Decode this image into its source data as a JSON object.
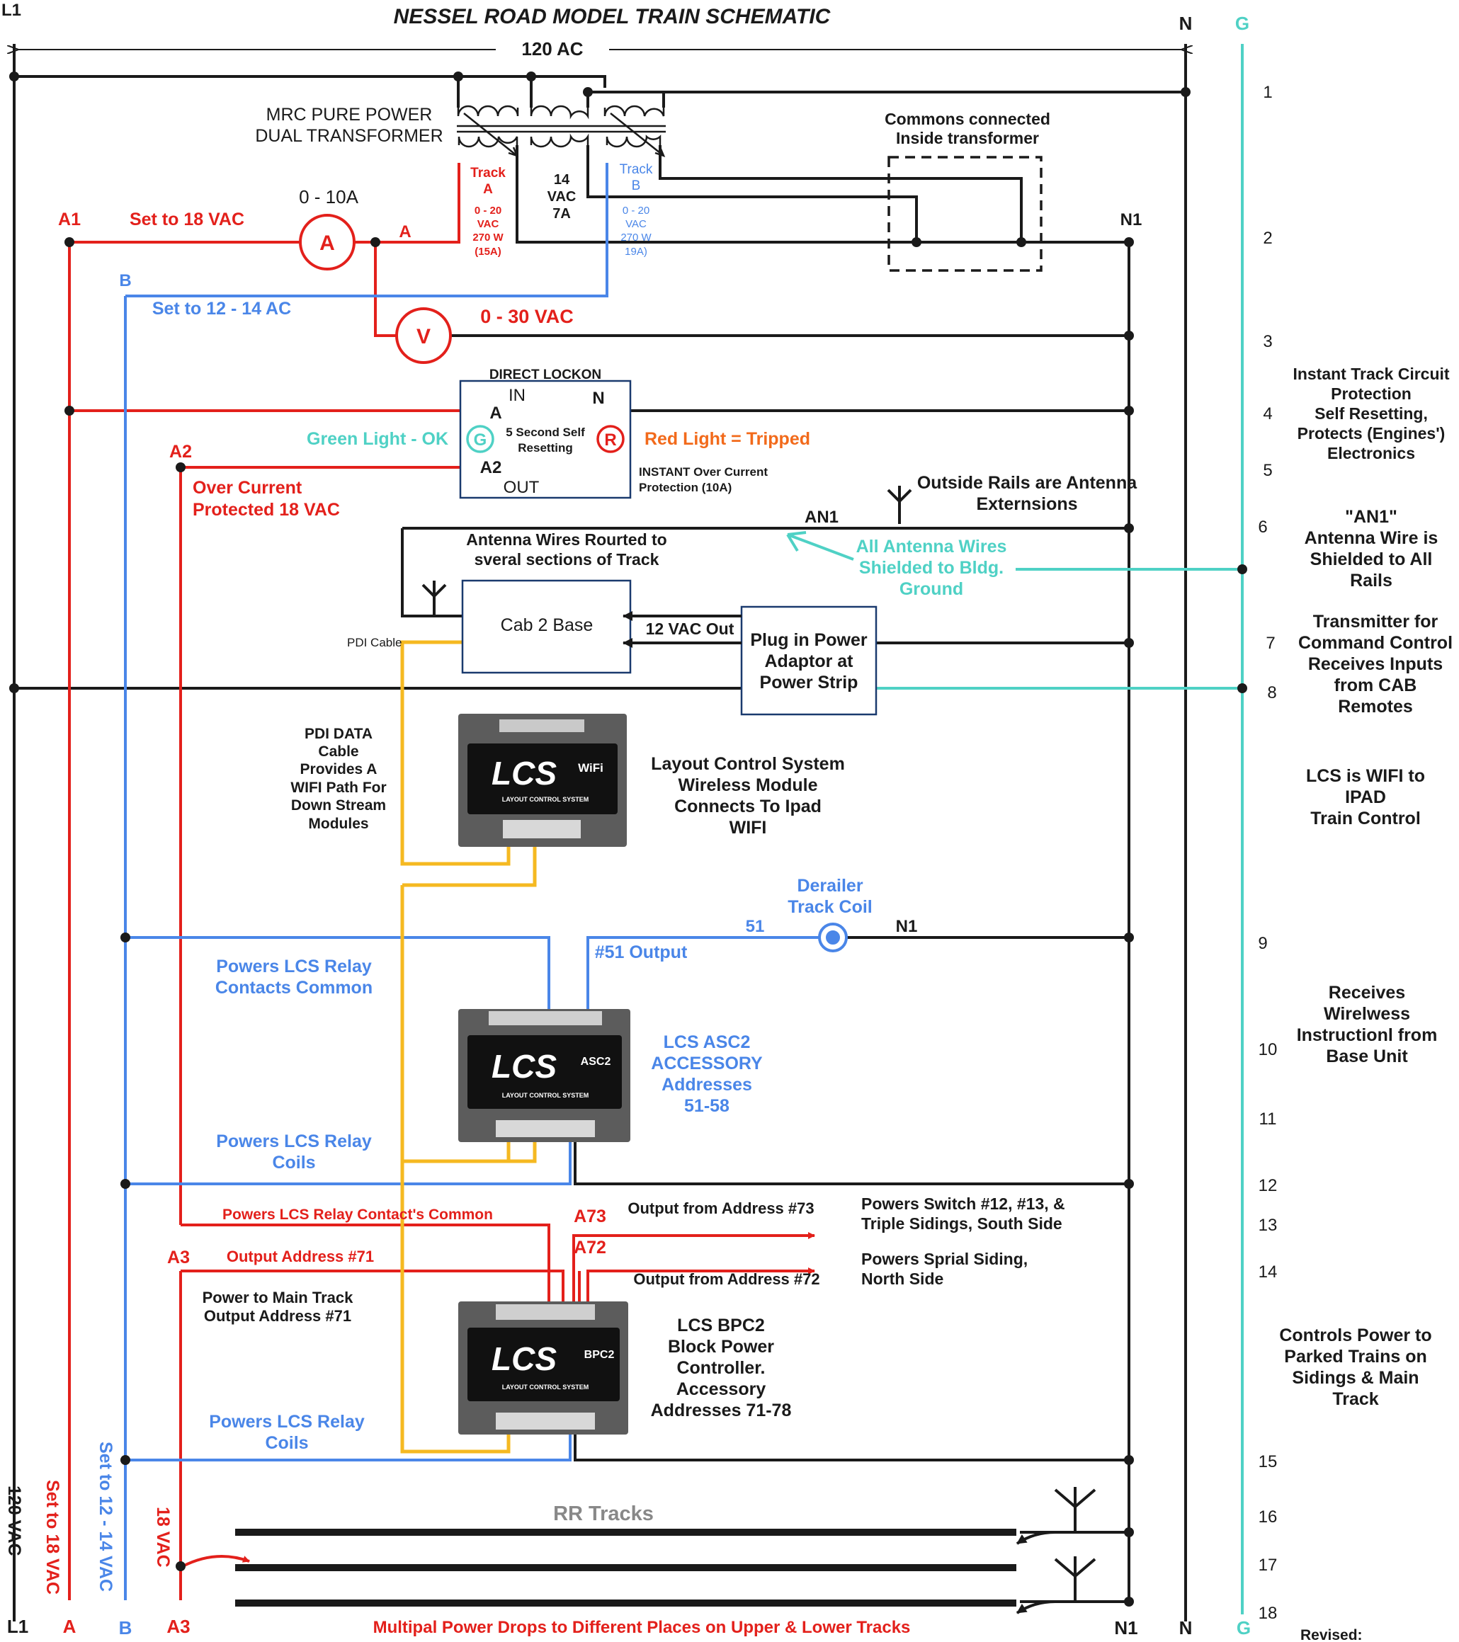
{
  "title": "NESSEL ROAD MODEL TRAIN SCHEMATIC",
  "colors": {
    "black": "#1a1a1a",
    "red": "#e3201b",
    "blue": "#4a86e8",
    "teal": "#4fd1c5",
    "yellow": "#f5b921",
    "orange": "#f26a1b",
    "gray": "#888888"
  },
  "rails": {
    "l1": "L1",
    "n": "N",
    "g": "G",
    "supply": "120 AC",
    "left_rotated": "120 VAC",
    "a_rotated": "Set to 18 VAC",
    "b_rotated": "Set to 12 - 14 VAC",
    "a3_rotated": "18 VAC"
  },
  "bottom_labels": {
    "l1": "L1",
    "a": "A",
    "b": "B",
    "a3": "A3",
    "n1": "N1",
    "n": "N",
    "g": "G",
    "note": "Multipal Power Drops to Different Places on Upper & Lower Tracks",
    "revised": "Revised:"
  },
  "transformer": {
    "name_line1": "MRC PURE POWER",
    "name_line2": "DUAL TRANSFORMER",
    "track_a": [
      "Track",
      "A"
    ],
    "track_a_spec": [
      "0 - 20",
      "VAC",
      "270 W",
      "(15A)"
    ],
    "center": [
      "14",
      "VAC",
      "7A"
    ],
    "track_b": [
      "Track",
      "B"
    ],
    "track_b_spec": [
      "0 - 20",
      "VAC",
      "270 W",
      "19A)"
    ],
    "commons": [
      "Commons connected",
      "Inside transformer"
    ]
  },
  "meters": {
    "ammeter_range": "0 - 10A",
    "ammeter_symbol": "A",
    "a_node": "A",
    "voltmeter_symbol": "V",
    "voltmeter_range": "0 - 30 VAC"
  },
  "labels": {
    "a1": "A1",
    "a1_setting": "Set to 18 VAC",
    "n1_top": "N1",
    "b": "B",
    "b_setting": "Set to 12 - 14 AC",
    "a2": "A2",
    "a2_note": [
      "Over Current",
      "Protected 18 VAC"
    ],
    "an1": "AN1",
    "outside_rails": [
      "Outside Rails are Antenna",
      "Externsions"
    ],
    "antenna_routed": [
      "Antenna Wires Rourted to",
      "sveral sections of Track"
    ],
    "shielded": [
      "All Antenna Wires",
      "Shielded to Bldg.",
      "Ground"
    ],
    "pdi_cable": "PDI Cable",
    "twelve_out": "12 VAC Out",
    "pdi_data": [
      "PDI DATA",
      "Cable",
      "Provides A",
      "WIFI Path For",
      "Down Stream",
      "Modules"
    ],
    "derailer": [
      "Derailer",
      "Track Coil"
    ],
    "out51": "51",
    "n1_mid": "N1",
    "out51_label": "#51 Output",
    "relay_common": [
      "Powers LCS  Relay",
      "Contacts Common"
    ],
    "relay_coils_1": [
      "Powers LCS  Relay",
      "Coils"
    ],
    "relay_contact_common": "Powers LCS  Relay Contact's Common",
    "a73": "A73",
    "out73": "Output from Address #73",
    "a72": "A72",
    "out72": "Output from Address #72",
    "a3": "A3",
    "out71": "Output Address #71",
    "main_track": [
      "Power to Main Track",
      "Output Address #71"
    ],
    "powers_switch": [
      "Powers Switch #12, #13, &",
      "Triple Sidings, South Side"
    ],
    "powers_spiral": [
      "Powers Sprial Siding,",
      "North Side"
    ],
    "relay_coils_2": [
      "Powers LCS  Relay",
      "Coils"
    ],
    "rr_tracks": "RR Tracks"
  },
  "lockon": {
    "title": "DIRECT LOCKON",
    "in": "IN",
    "n": "N",
    "a": "A",
    "resetting": [
      "5 Second Self",
      "Resetting"
    ],
    "a2": "A2",
    "out": "OUT",
    "green_symbol": "G",
    "green_label": "Green Light - OK",
    "red_symbol": "R",
    "red_label": "Red Light = Tripped",
    "protection": [
      "INSTANT Over Current",
      "Protection (10A)"
    ]
  },
  "cab_base": {
    "label": "Cab 2 Base"
  },
  "power_adaptor": {
    "label": [
      "Plug in Power",
      "Adaptor at",
      "Power Strip"
    ]
  },
  "modules": {
    "wifi": {
      "desc": [
        "Layout Control System",
        "Wireless Module",
        "Connects To Ipad",
        "WIFI"
      ],
      "badge": "WiFi",
      "brand": "LCS",
      "sub": "LAYOUT CONTROL SYSTEM"
    },
    "asc2": {
      "desc": [
        "LCS ASC2",
        "ACCESSORY",
        "Addresses",
        "51-58"
      ],
      "badge": "ASC2",
      "brand": "LCS",
      "sub": "LAYOUT CONTROL SYSTEM"
    },
    "bpc2": {
      "desc": [
        "LCS BPC2",
        "Block Power",
        "Controller.",
        "Accessory",
        "Addresses 71-78"
      ],
      "badge": "BPC2",
      "brand": "LCS",
      "sub": "LAYOUT CONTROL SYSTEM"
    }
  },
  "rungs": [
    "1",
    "2",
    "3",
    "4",
    "5",
    "6",
    "7",
    "8",
    "9",
    "10",
    "11",
    "12",
    "13",
    "14",
    "15",
    "16",
    "17",
    "18"
  ],
  "notes": {
    "n4": [
      "Instant Track Circuit",
      "Protection",
      "Self Resetting,",
      "Protects (Engines')",
      "Electronics"
    ],
    "n6": [
      "\"AN1\"",
      "Antenna Wire is",
      "Shielded to All",
      "Rails"
    ],
    "n7": [
      "Transmitter for",
      "Command Control",
      "Receives Inputs",
      "from CAB",
      "Remotes"
    ],
    "lcs": [
      "LCS is WIFI to",
      "IPAD",
      "Train Control"
    ],
    "n10": [
      "Receives",
      "Wirelwess",
      "Instructionl from",
      "Base Unit"
    ],
    "n15": [
      "Controls Power to",
      "Parked Trains on",
      "Sidings & Main",
      "Track"
    ]
  }
}
